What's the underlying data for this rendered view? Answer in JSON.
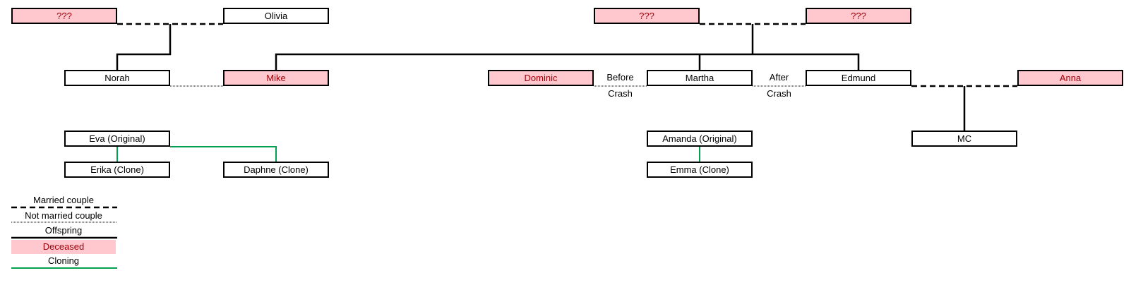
{
  "nodes": {
    "unknown1": "???",
    "olivia": "Olivia",
    "unknown2": "???",
    "unknown3": "???",
    "norah": "Norah",
    "mike": "Mike",
    "dominic": "Dominic",
    "martha": "Martha",
    "edmund": "Edmund",
    "anna": "Anna",
    "eva": "Eva (Original)",
    "erika": "Erika (Clone)",
    "daphne": "Daphne (Clone)",
    "amanda": "Amanda (Original)",
    "emma": "Emma (Clone)",
    "mc": "MC"
  },
  "labels": {
    "before": "Before",
    "before_crash": "Crash",
    "after": "After",
    "after_crash": "Crash"
  },
  "legend": {
    "married": "Married couple",
    "not_married": "Not married couple",
    "offspring": "Offspring",
    "deceased": "Deceased",
    "cloning": "Cloning"
  },
  "colors": {
    "deceased_fill": "#ffc7ce",
    "deceased_text": "#9c0006",
    "cloning_line": "#00a050",
    "line": "#000000"
  }
}
